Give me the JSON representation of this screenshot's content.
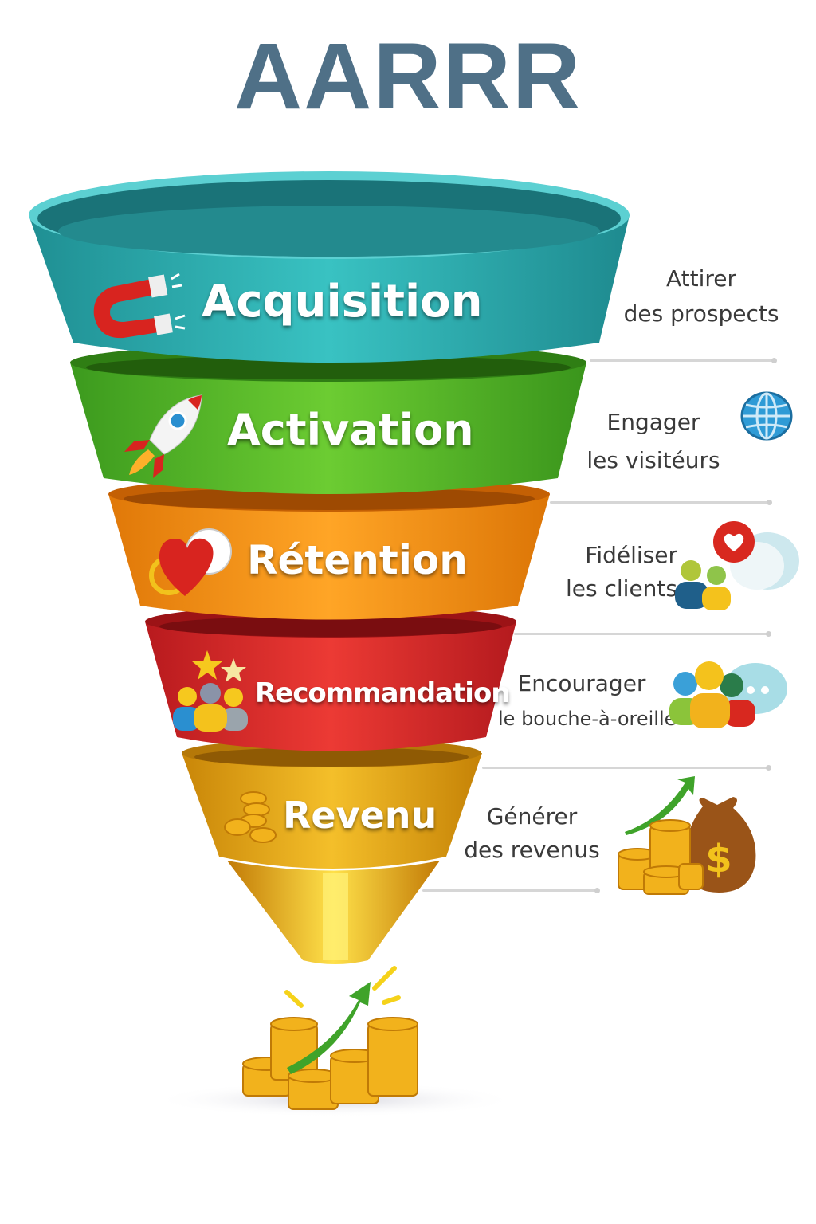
{
  "title": "AARRR",
  "stages": [
    {
      "label": "Acquisition",
      "description_line1": "Attirer",
      "description_line2": "des prospects",
      "color": "#2aa8aa",
      "icon": "magnet-icon"
    },
    {
      "label": "Activation",
      "description_line1": "Engager",
      "description_line2": "les visitéurs",
      "color": "#4fb12a",
      "icon": "rocket-icon"
    },
    {
      "label": "Rétention",
      "description_line1": "Fidéliser",
      "description_line2": "les clients",
      "color": "#f08c12",
      "icon": "heart-ring-icon"
    },
    {
      "label": "Recommandation",
      "description_line1": "Encourager",
      "description_line2": "le bouche-à-oreille",
      "color": "#d9282b",
      "icon": "people-stars-icon"
    },
    {
      "label": "Revenu",
      "description_line1": "Générer",
      "description_line2": "des revenus",
      "color": "#e2a112",
      "icon": "coins-icon"
    }
  ]
}
